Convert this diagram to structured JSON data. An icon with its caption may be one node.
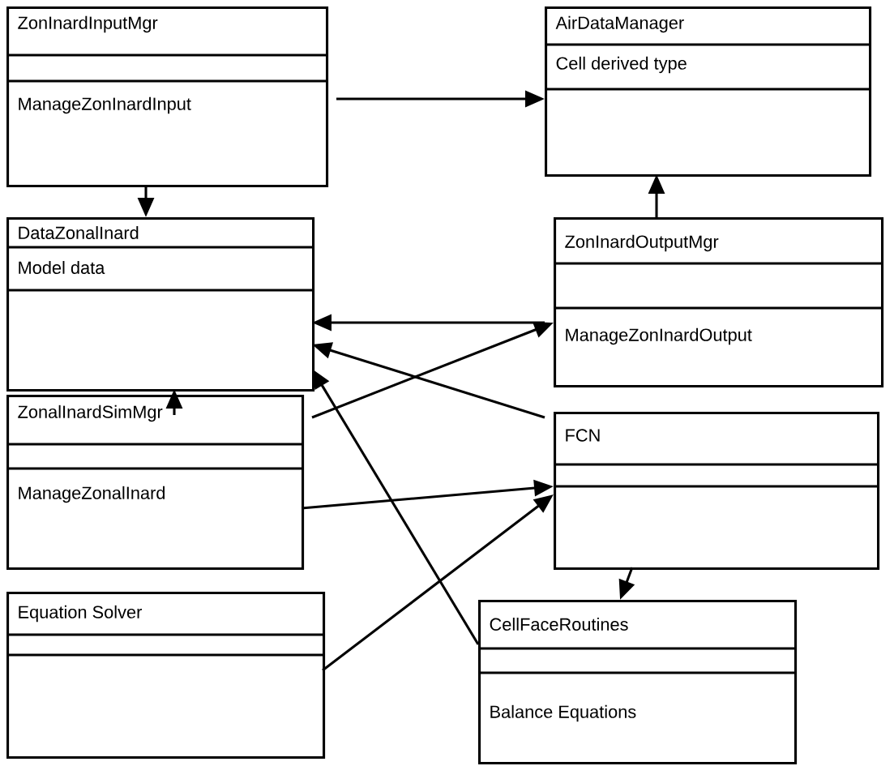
{
  "diagram": {
    "nodes": [
      {
        "text": [
          "ZonInardInputMgr",
          "ManageZonInardInput"
        ]
      },
      {
        "text": [
          "AirDataManager",
          "Cell derived type"
        ]
      },
      {
        "text": [
          "DataZonalInard",
          "Model data"
        ]
      },
      {
        "text": [
          "ZonInardOutputMgr",
          "ManageZonInardOutput"
        ]
      },
      {
        "text": [
          "ZonalInardSimMgr",
          "ManageZonalInard"
        ]
      },
      {
        "text": [
          "FCN"
        ]
      },
      {
        "text": [
          "Equation Solver"
        ]
      },
      {
        "text": [
          "CellFaceRoutines",
          "Balance Equations"
        ]
      }
    ],
    "edges": [
      {
        "from": 0,
        "to": 1,
        "arrow": "to"
      },
      {
        "from": 0,
        "to": 2,
        "arrow": "to"
      },
      {
        "from": 3,
        "to": 1,
        "arrow": "to"
      },
      {
        "from": 3,
        "to": 2,
        "arrow": "to"
      },
      {
        "from": 4,
        "to": 2,
        "arrow": "to"
      },
      {
        "from": 4,
        "to": 3,
        "arrow": "to"
      },
      {
        "from": 4,
        "to": 5,
        "arrow": "to"
      },
      {
        "from": 5,
        "to": 2,
        "arrow": "to"
      },
      {
        "from": 5,
        "to": 7,
        "arrow": "to"
      },
      {
        "from": 6,
        "to": 5,
        "arrow": "to"
      },
      {
        "from": 7,
        "to": 2,
        "arrow": "to"
      }
    ]
  }
}
